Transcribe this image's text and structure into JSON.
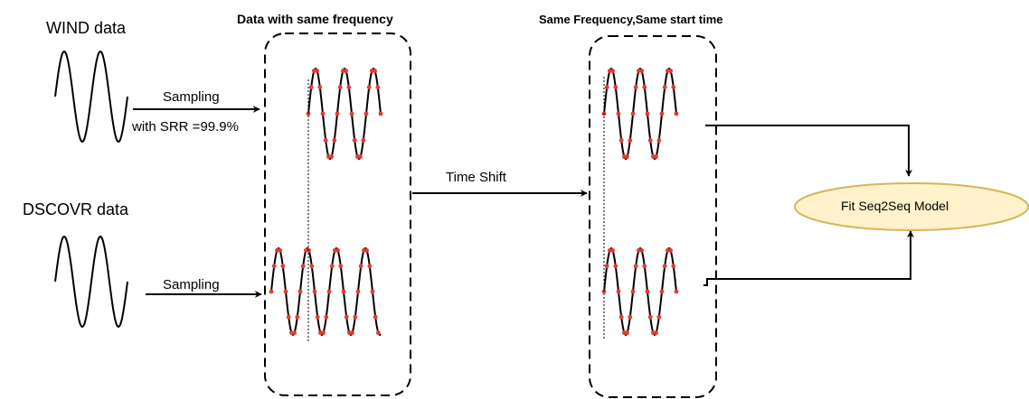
{
  "sources": {
    "wind_label": "WIND data",
    "dscovr_label": "DSCOVR data"
  },
  "edges": {
    "sampling_top": "Sampling",
    "srr_note": "with SRR =99.9%",
    "sampling_bottom": "Sampling",
    "time_shift": "Time Shift"
  },
  "groups": {
    "same_frequency_title": "Data with same frequency",
    "same_start_title": "Same Frequency,Same start time"
  },
  "model": {
    "label": "Fit Seq2Seq Model",
    "fill_color": "#fff2cc",
    "stroke_color": "#d6b656"
  },
  "colors": {
    "line": "#000000",
    "sample_point": "#e53935"
  }
}
